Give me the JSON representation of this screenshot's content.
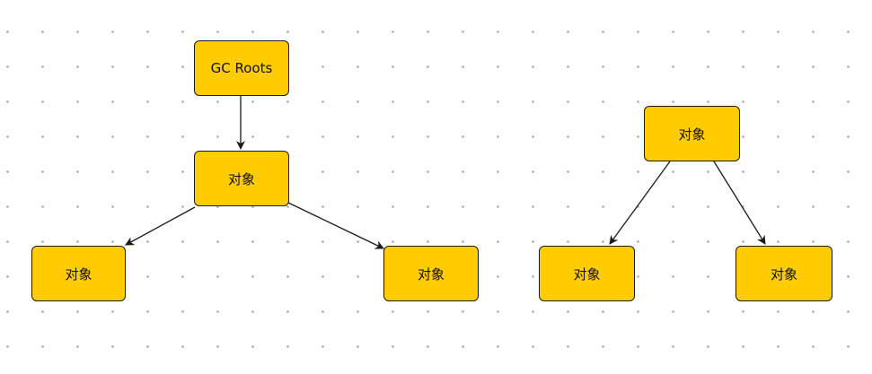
{
  "diagram": {
    "colors": {
      "node_fill": "#ffcc00",
      "node_border": "#1a1a1a",
      "edge": "#1a1a1a",
      "grid_dot": "#b5b5b5",
      "background": "#ffffff"
    },
    "nodes": {
      "gc_roots": {
        "label": "GC Roots"
      },
      "object_mid": {
        "label": "对象"
      },
      "object_left": {
        "label": "对象"
      },
      "object_right": {
        "label": "对象"
      },
      "object_iso_top": {
        "label": "对象"
      },
      "object_iso_left": {
        "label": "对象"
      },
      "object_iso_right": {
        "label": "对象"
      }
    },
    "edges": [
      {
        "from": "gc_roots",
        "to": "object_mid"
      },
      {
        "from": "object_mid",
        "to": "object_left"
      },
      {
        "from": "object_mid",
        "to": "object_right"
      },
      {
        "from": "object_iso_top",
        "to": "object_iso_left"
      },
      {
        "from": "object_iso_top",
        "to": "object_iso_right"
      }
    ]
  }
}
